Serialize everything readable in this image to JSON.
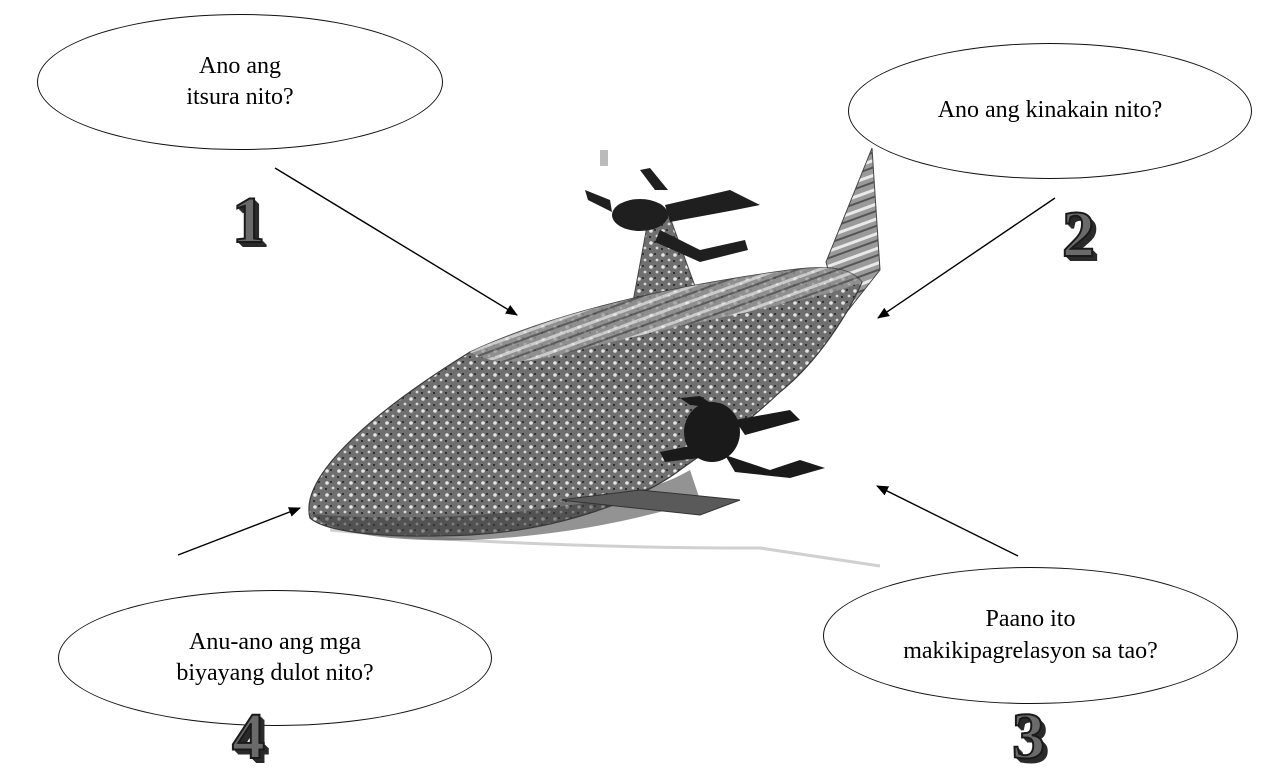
{
  "bubbles": {
    "q1": "Ano ang\nitsura nito?",
    "q2": "Ano ang kinakain nito?",
    "q3": "Paano ito\nmakikipagrelasyon sa tao?",
    "q4": "Anu-ano ang mga\nbiyayang dulot nito?"
  },
  "numbers": {
    "n1": "1",
    "n2": "2",
    "n3": "3",
    "n4": "4"
  },
  "illustration": {
    "subject": "whale-shark-icon"
  }
}
